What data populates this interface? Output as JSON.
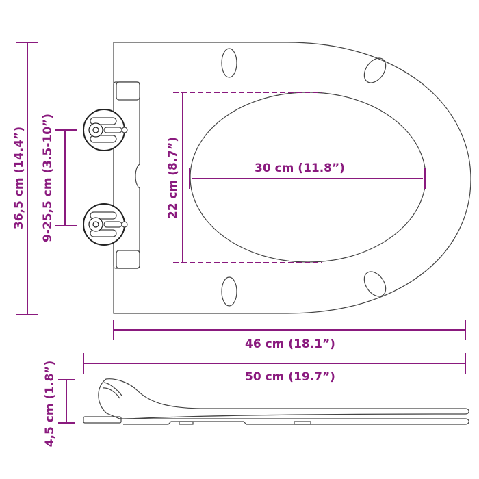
{
  "colors": {
    "dimension": "#8a1a7e",
    "outline": "#333333",
    "background": "#ffffff"
  },
  "top_view": {
    "total_length": {
      "label": "36,5 cm (14.4”)"
    },
    "hinge_spacing": {
      "label": "9-25,5 cm (3.5-10”)"
    },
    "inner_height": {
      "label": "22 cm (8.7”)"
    },
    "inner_width": {
      "label": "30 cm (11.8”)"
    },
    "seat_length": {
      "label": "46 cm (18.1”)"
    }
  },
  "side_view": {
    "overall_length": {
      "label": "50 cm (19.7”)"
    },
    "height": {
      "label": "4,5 cm (1.8”)"
    }
  }
}
